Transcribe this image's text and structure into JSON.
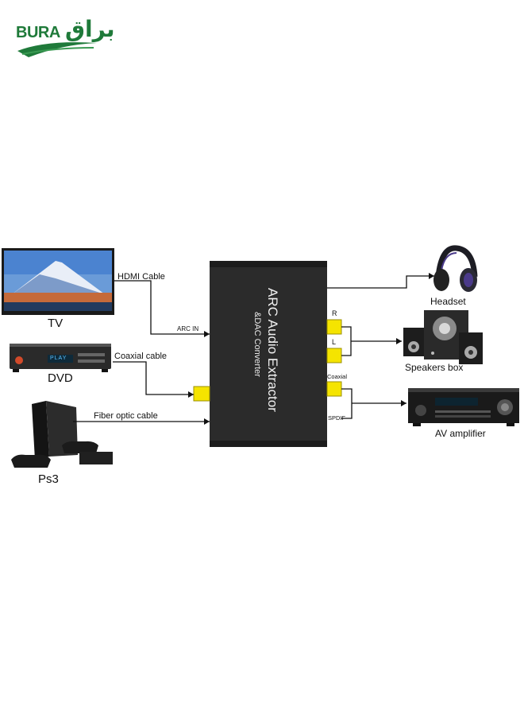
{
  "logo": {
    "latin": "BURA",
    "arabic": "براق"
  },
  "converter": {
    "title": "ARC Audio Extractor",
    "subtitle": "&DAC Converter"
  },
  "devices": {
    "tv": "TV",
    "dvd": "DVD",
    "ps3": "Ps3",
    "headset": "Headset",
    "speakers": "Speakers box",
    "amplifier": "AV amplifier"
  },
  "cables": {
    "hdmi": "HDMI Cable",
    "coaxial": "Coaxial cable",
    "fiber": "Fiber optic cable"
  },
  "ports": {
    "arc_in": "ARC IN",
    "r": "R",
    "l": "L",
    "coaxial": "Coaxial",
    "spdif": "SPDIF"
  },
  "dvd_display": "PLAY",
  "colors": {
    "box": "#2b2b2b",
    "port": "#f5e400",
    "brand_green": "#1f7a3a",
    "line": "#111111"
  }
}
